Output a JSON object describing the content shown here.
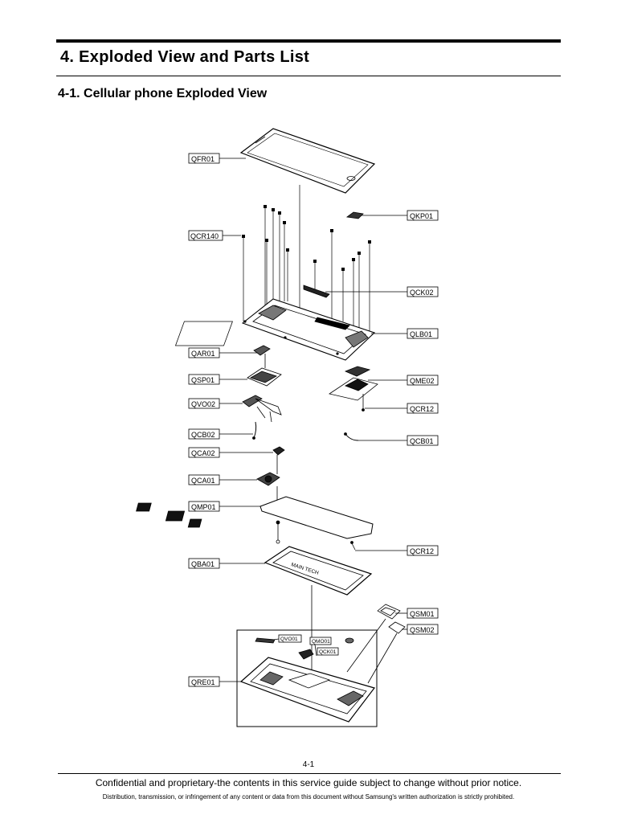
{
  "header": {
    "title": "4. Exploded View and Parts List",
    "subtitle": "4-1. Cellular phone Exploded View"
  },
  "callouts": {
    "qfr01": "QFR01",
    "qkp01": "QKP01",
    "qcr140": "QCR140",
    "qck02": "QCK02",
    "qlb01": "QLB01",
    "qar01": "QAR01",
    "qsp01": "QSP01",
    "qme02": "QME02",
    "qvo02": "QVO02",
    "qcr12a": "QCR12",
    "qcb02": "QCB02",
    "qcb01": "QCB01",
    "qca02": "QCA02",
    "qca01": "QCA01",
    "qmp01": "QMP01",
    "qcr12b": "QCR12",
    "qba01": "QBA01",
    "qsm01": "QSM01",
    "qsm02": "QSM02",
    "qre01": "QRE01"
  },
  "inset_labels": {
    "qvo01": "QVO01",
    "qmo01": "QMO01",
    "qck01": "QCK01"
  },
  "battery_text": "MAIN TECH",
  "footer": {
    "page_number": "4-1",
    "notice": "Confidential and proprietary-the contents in this service guide subject to change without prior notice.",
    "legal": "Distribution, transmission, or infringement of any content or data from this document without Samsung's written authorization is strictly prohibited."
  }
}
